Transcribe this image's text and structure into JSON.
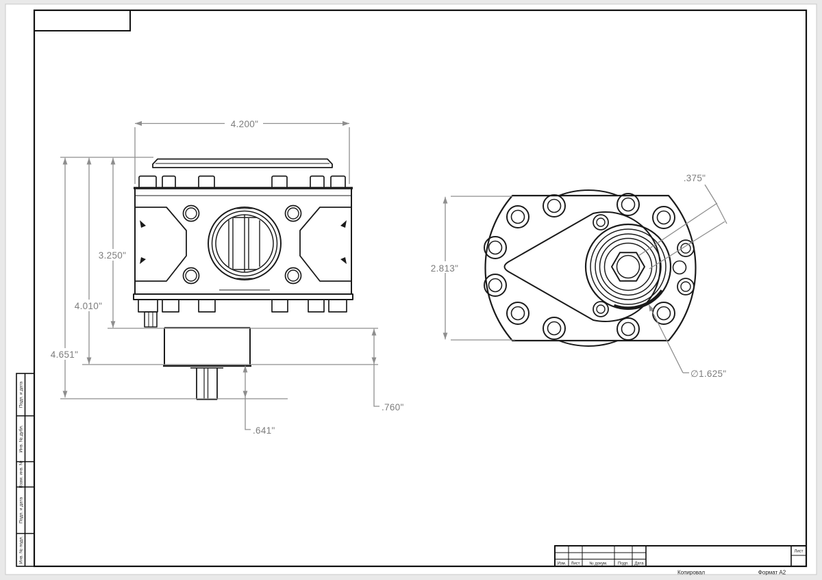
{
  "frame": {
    "copied": "Копировал",
    "format": "Формат А2",
    "sheet": "Лист",
    "stamp_cols": {
      "rev": "Изм.",
      "sheet": "Лист",
      "doc": "№ докум.",
      "sign": "Подп.",
      "date": "Дата"
    },
    "side_labels": {
      "s1": "Подп. и дата",
      "s2": "Инв. № дубл.",
      "s3": "Взам. инв. №",
      "s4": "Подп. и дата",
      "s5": "Инв. № подл."
    }
  },
  "dimensions": {
    "side_width": "4.200\"",
    "side_h1": "3.250\"",
    "side_h2": "4.010\"",
    "side_h3": "4.651\"",
    "side_shaft": ".641\"",
    "side_lower": ".760\"",
    "front_height": "2.813\"",
    "front_hex": ".375\"",
    "front_boss": "∅1.625\""
  },
  "colors": {
    "line": "#1b1b1b",
    "dimension": "#8e8e8e",
    "dimension_text": "#7c7c7c",
    "paper": "#ffffff",
    "background": "#e9e9e9"
  }
}
